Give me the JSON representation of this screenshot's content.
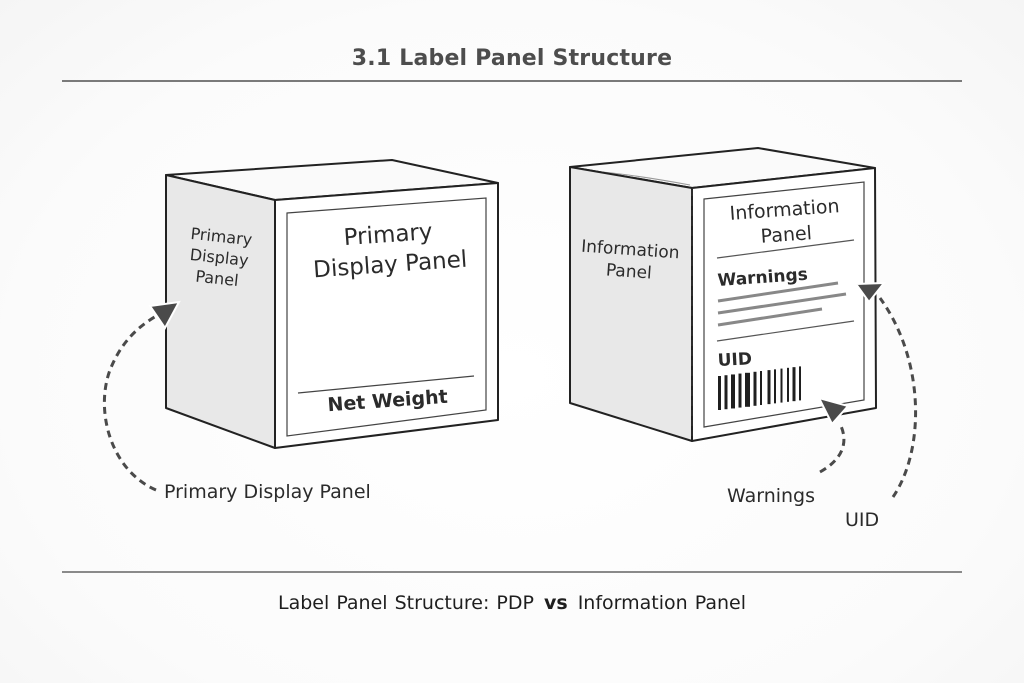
{
  "header": {
    "title": "3.1  Label Panel Structure"
  },
  "left_box": {
    "side_label": [
      "Primary",
      "Display",
      "Panel"
    ],
    "front_title": [
      "Primary",
      "Display Panel"
    ],
    "front_footer": "Net Weight",
    "callout_label": "Primary Display Panel"
  },
  "right_box": {
    "side_label": [
      "Information",
      "Panel"
    ],
    "front_title": [
      "Information",
      "Panel"
    ],
    "warnings_heading": "Warnings",
    "uid_heading": "UID",
    "callouts": {
      "warnings": "Warnings",
      "uid": "UID"
    }
  },
  "footer": {
    "caption_part1": "Label Panel Structure: PDP",
    "caption_vs": "vs",
    "caption_part2": "Information Panel"
  },
  "colors": {
    "outline": "#222222",
    "side_face": "#e6e6e6",
    "arrow": "#4a4a4a",
    "text": "#2b2b2b"
  }
}
